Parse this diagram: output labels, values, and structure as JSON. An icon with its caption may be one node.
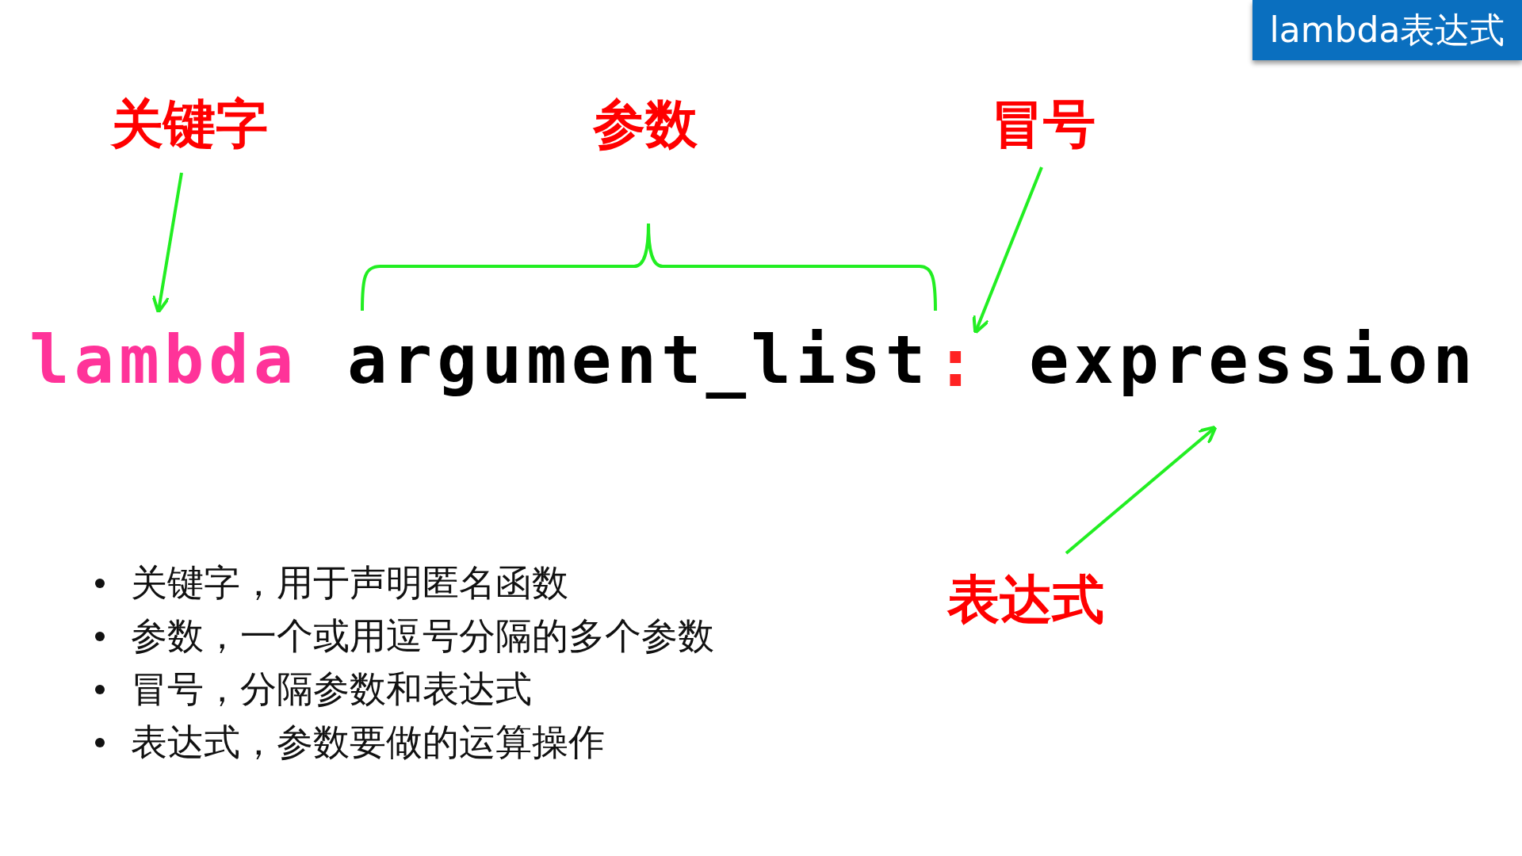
{
  "diagram": {
    "title": "lambda表达式",
    "nodes": [
      {
        "text": [
          "关键字"
        ]
      },
      {
        "text": [
          "lambda"
        ]
      },
      {
        "text": [
          "参数"
        ]
      },
      {
        "text": [
          "argument_list"
        ]
      },
      {
        "text": [
          "冒号"
        ]
      },
      {
        "text": [
          ":"
        ]
      },
      {
        "text": [
          "expression"
        ]
      },
      {
        "text": [
          "表达式"
        ]
      }
    ],
    "edges": [
      {
        "from": 0,
        "to": 1,
        "arrow": "to"
      },
      {
        "from": 4,
        "to": 5,
        "arrow": "to"
      },
      {
        "from": 7,
        "to": 6,
        "arrow": "to"
      }
    ],
    "labels": [
      "关键字，用于声明匿名函数",
      "参数，一个或用逗号分隔的多个参数",
      "冒号，分隔参数和表达式",
      "表达式，参数要做的运算操作"
    ]
  }
}
